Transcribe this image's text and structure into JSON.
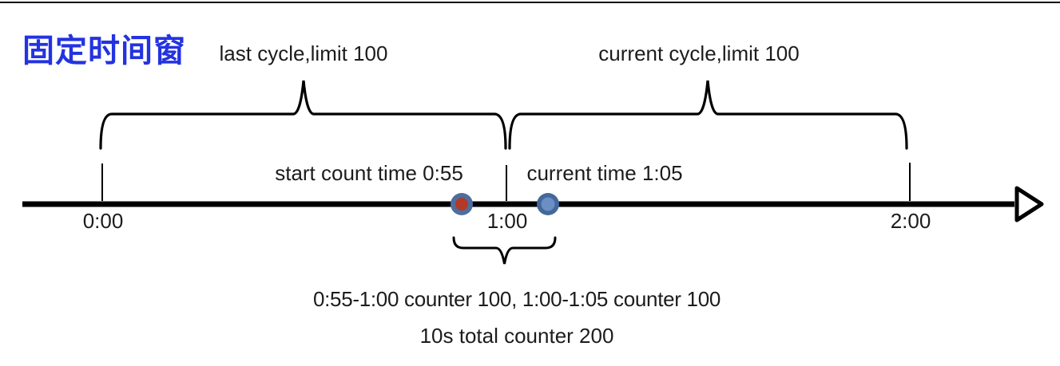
{
  "title": "固定时间窗",
  "cycles": {
    "last_label": "last cycle,limit 100",
    "current_label": "current cycle,limit 100"
  },
  "markers": {
    "start": {
      "label": "start count time 0:55"
    },
    "current": {
      "label": "current time 1:05"
    }
  },
  "timeline": {
    "ticks": [
      {
        "label": "0:00"
      },
      {
        "label": "1:00"
      },
      {
        "label": "2:00"
      }
    ]
  },
  "summary": {
    "line1": "0:55-1:00 counter 100, 1:00-1:05 counter 100",
    "line2": "10s total counter 200"
  },
  "colors": {
    "title": "#2333e0",
    "text": "#1c1c1c",
    "line": "#000000",
    "start_marker_fill": "#b13a28",
    "start_marker_ring": "#4f6d9e",
    "current_marker_fill": "#6b8fc3",
    "current_marker_ring": "#44689a"
  }
}
